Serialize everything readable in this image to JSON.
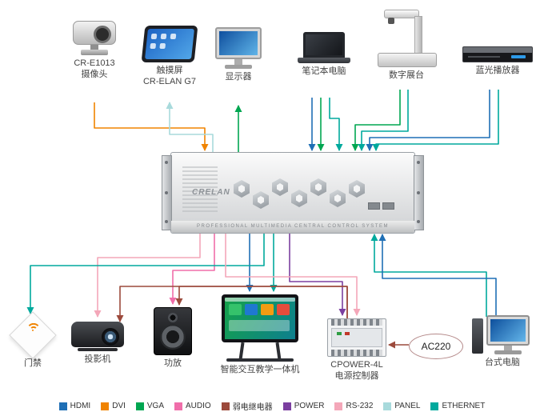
{
  "central_unit": {
    "brand": "CRELAN",
    "panel_text": "PROFESSIONAL MULTIMEDIA CENTRAL CONTROL SYSTEM"
  },
  "devices_top": [
    {
      "id": "camera",
      "label": "CR-E1013",
      "label2": "摄像头"
    },
    {
      "id": "touchscreen",
      "label": "触摸屏",
      "label2": "CR-ELAN G7"
    },
    {
      "id": "monitor",
      "label": "显示器"
    },
    {
      "id": "laptop",
      "label": "笔记本电脑"
    },
    {
      "id": "presenter",
      "label": "数字展台"
    },
    {
      "id": "bluray",
      "label": "蓝光播放器"
    }
  ],
  "devices_bottom": [
    {
      "id": "access",
      "label": "门禁"
    },
    {
      "id": "projector",
      "label": "投影机"
    },
    {
      "id": "amplifier",
      "label": "功放"
    },
    {
      "id": "board",
      "label": "智能交互教学一体机"
    },
    {
      "id": "cpower",
      "label": "CPOWER-4L",
      "label2": "电源控制器"
    },
    {
      "id": "ac220",
      "label": "AC220"
    },
    {
      "id": "desktop",
      "label": "台式电脑"
    }
  ],
  "legend": {
    "items": [
      {
        "id": "hdmi",
        "label": "HDMI",
        "color": "#1f6fb5"
      },
      {
        "id": "dvi",
        "label": "DVI",
        "color": "#f08300"
      },
      {
        "id": "vga",
        "label": "VGA",
        "color": "#00a651"
      },
      {
        "id": "audio",
        "label": "AUDIO",
        "color": "#f06eaa"
      },
      {
        "id": "relay",
        "label": "弱电继电器",
        "color": "#9c4a3c"
      },
      {
        "id": "power",
        "label": "POWER",
        "color": "#7b3fa0"
      },
      {
        "id": "rs232",
        "label": "RS-232",
        "color": "#f4a7b9"
      },
      {
        "id": "panel",
        "label": "PANEL",
        "color": "#a8dadc"
      },
      {
        "id": "ethernet",
        "label": "ETHERNET",
        "color": "#00a99d"
      }
    ]
  }
}
